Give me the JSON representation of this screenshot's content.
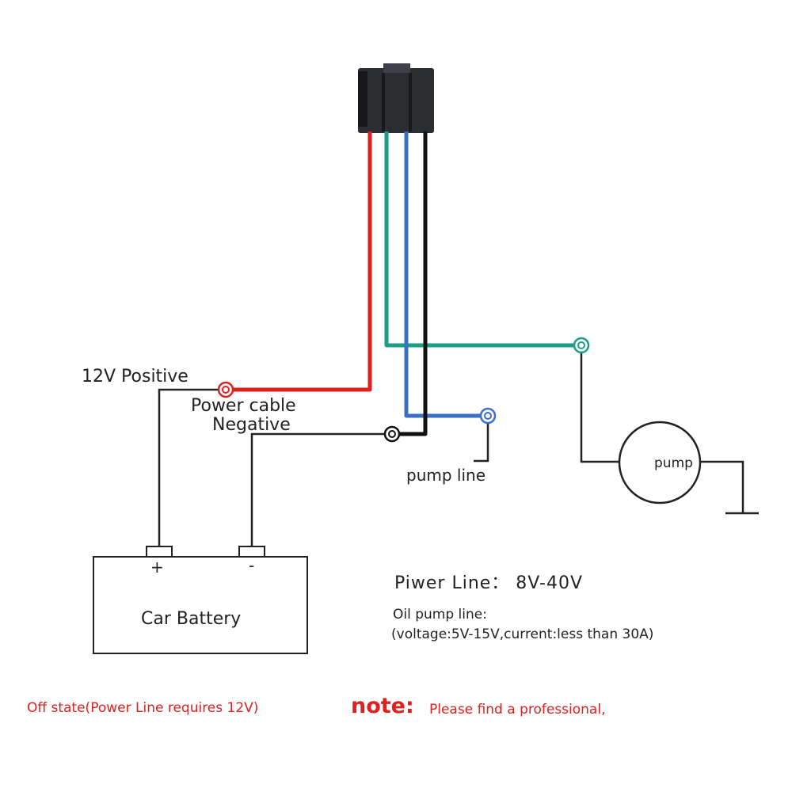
{
  "labels": {
    "positive": "12V Positive",
    "power_cable": "Power cable",
    "negative": "Negative",
    "pump_line": "pump line",
    "pump": "pump",
    "battery": "Car Battery",
    "battery_plus": "+",
    "battery_minus": "-",
    "power_spec": "Piwer Line： 8V-40V",
    "oil_pump_title": "Oil pump line:",
    "oil_pump_spec": "(voltage:5V-15V,current:less than 30A)",
    "off_state": "Off state(Power Line requires 12V)",
    "note_label": "note:",
    "note_text": "Please find a professional,"
  },
  "wires": {
    "red": "#e0201c",
    "green": "#1a9e86",
    "blue": "#3a6fc4",
    "black": "#111111",
    "thin": "#222222"
  },
  "device": {
    "body": "#2b2d31",
    "shade": "#17181b",
    "highlight": "#3d4046"
  }
}
